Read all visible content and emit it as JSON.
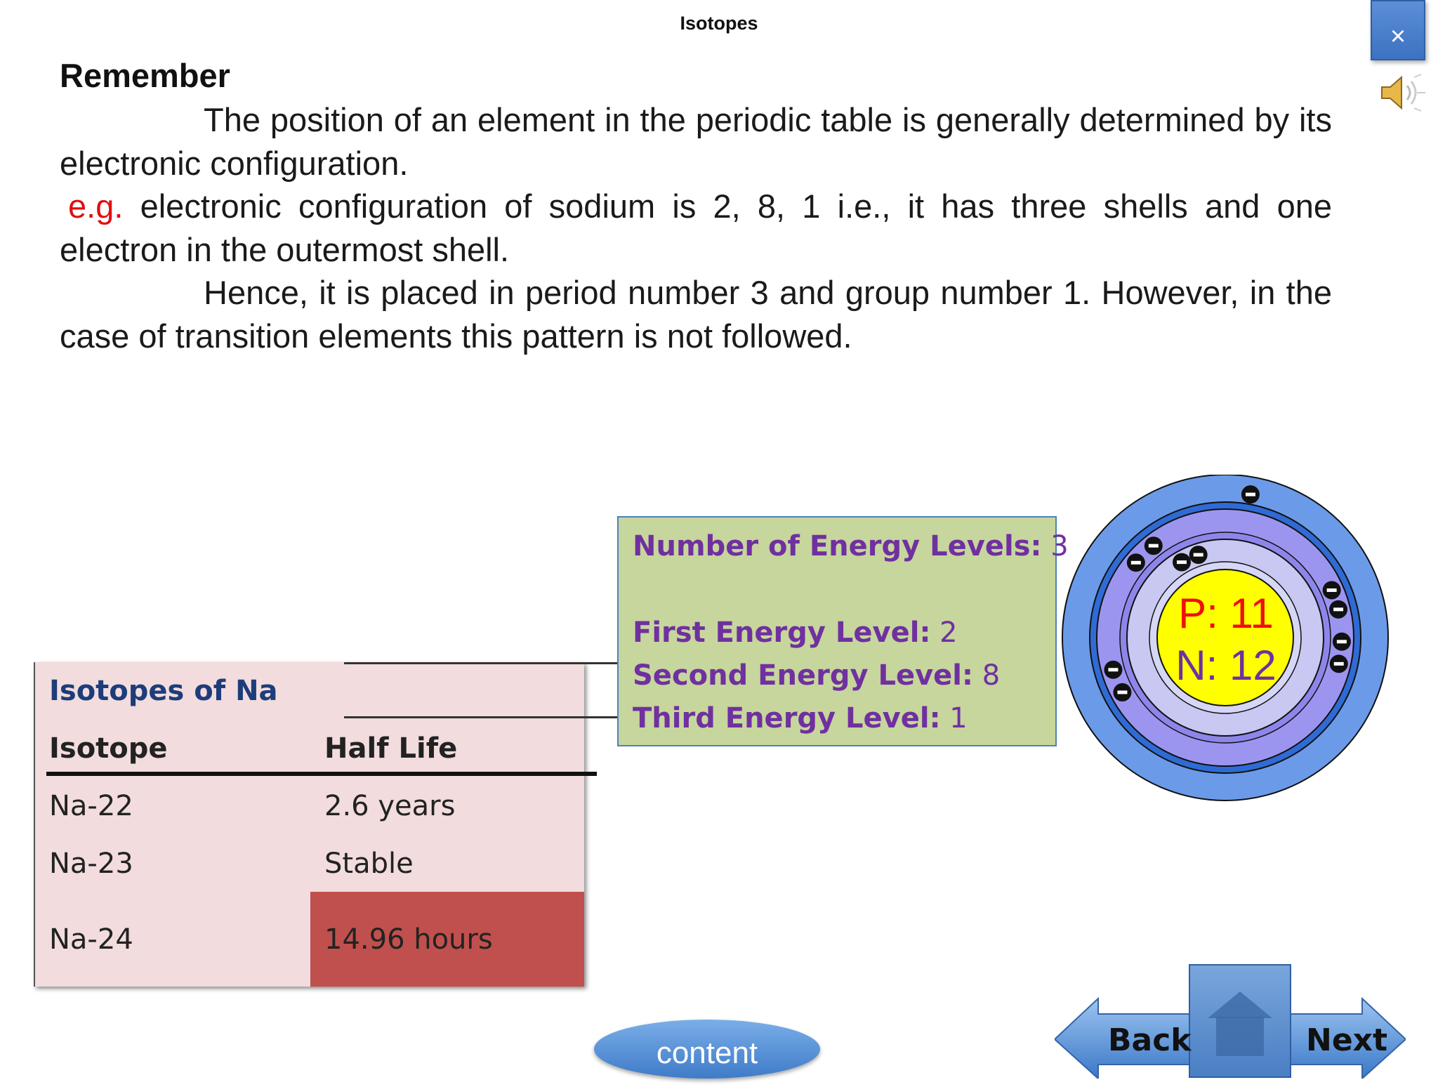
{
  "header": {
    "title": "Isotopes",
    "close_label": "×"
  },
  "content": {
    "heading": "Remember",
    "para1": "The position of an element in the periodic table is generally determined by its electronic configuration.",
    "eg_label": "e.g.",
    "para2": " electronic configuration of sodium is 2, 8, 1 i.e., it has three shells and one electron in the outermost shell.",
    "para3": "Hence, it is placed in period number 3 and group number 1. However, in the case of transition elements this pattern is not followed."
  },
  "isotope_table": {
    "title": "Isotopes of Na",
    "headers": [
      "Isotope",
      "Half Life"
    ],
    "rows": [
      {
        "isotope": "Na-22",
        "half_life": "2.6 years"
      },
      {
        "isotope": "Na-23",
        "half_life": "Stable"
      },
      {
        "isotope": "Na-24",
        "half_life": "14.96 hours"
      }
    ],
    "highlight_color": "#c0504d"
  },
  "energy_levels": {
    "total_label": "Number of Energy Levels:",
    "total_value": "3",
    "first_label": "First Energy Level:",
    "first_value": "2",
    "second_label": "Second Energy Level:",
    "second_value": "8",
    "third_label": "Third Energy Level:",
    "third_value": "1"
  },
  "atom": {
    "protons_label": "P: 11",
    "neutrons_label": "N: 12",
    "electron_sign": "−",
    "shell_electrons": [
      2,
      8,
      1
    ]
  },
  "nav": {
    "content_label": "content",
    "back_label": "Back",
    "next_label": "Next",
    "home_icon": "home-icon"
  },
  "colors": {
    "accent_blue": "#3d72c3",
    "eg_red": "#e01010",
    "energy_text": "#7030a0",
    "energy_bg": "#c6d69c",
    "table_bg": "#f2dcdd"
  }
}
